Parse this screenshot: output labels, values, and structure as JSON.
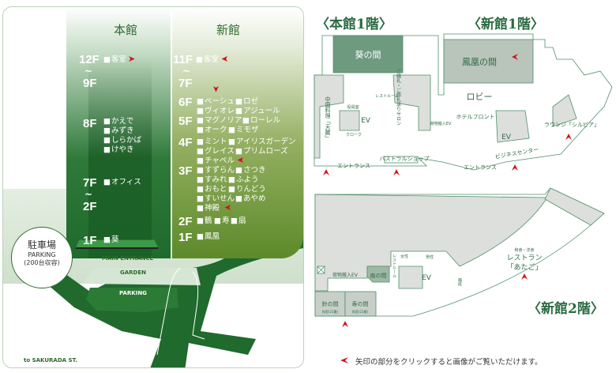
{
  "left": {
    "main_title": "本館",
    "new_title": "新館",
    "main_floors": [
      {
        "floor": "12F",
        "tilde": "~",
        "floor2": "9F",
        "rooms": [
          "客室"
        ]
      },
      {
        "floor": "8F",
        "rooms": [
          "かえで",
          "みずき",
          "しらかば",
          "けやき"
        ]
      },
      {
        "floor": "7F",
        "tilde": "~",
        "floor2": "2F",
        "rooms": [
          "オフィス"
        ]
      },
      {
        "floor": "1F",
        "rooms": [
          "葵"
        ]
      }
    ],
    "new_floors": [
      {
        "floor": "11F",
        "tilde": "~",
        "floor2": "7F",
        "rooms": [
          "客室"
        ]
      },
      {
        "floor": "6F",
        "rooms": [
          "ベーシュ",
          "ロゼ",
          "ヴィオレ",
          "アジュール"
        ]
      },
      {
        "floor": "5F",
        "rooms": [
          "マグノリア",
          "ローレル",
          "オーク",
          "ミモザ"
        ]
      },
      {
        "floor": "4F",
        "rooms": [
          "ミント",
          "アイリスガーデン",
          "グレイス",
          "プリムローズ",
          "チャペル"
        ]
      },
      {
        "floor": "3F",
        "rooms": [
          "すずらん",
          "さつき",
          "すみれ",
          "ふよう",
          "おもと",
          "りんどう",
          "すいせん",
          "あやめ",
          "神殿"
        ]
      },
      {
        "floor": "2F",
        "rooms": [
          "鶴",
          "寿",
          "扇"
        ]
      },
      {
        "floor": "1F",
        "rooms": [
          "鳳凰"
        ]
      }
    ],
    "parking_circle": {
      "title": "駐車場",
      "en": "PARKING",
      "capacity": "(200台収容)"
    },
    "main_entrance": "MAIN ENTRANCE",
    "garden": "GARDEN",
    "parking": "PARKING",
    "street": "to SAKURADA ST."
  },
  "plans": {
    "main_1f_title": "〈本館1階〉",
    "new_1f_title": "〈新館1階〉",
    "new_2f_title": "〈新館2階〉",
    "f1": {
      "aoi": "葵の間",
      "houou": "鳳凰の間",
      "lobby": "ロビー",
      "chinese": "中国料理「天麓」",
      "entrance1": "エントランス",
      "shop": "パストラルショップ",
      "entrance2": "エントランス",
      "business": "ビジネスセンター",
      "front": "ホテルフロント",
      "lounge": "ラウンジ「シルビア」",
      "ev": "EV",
      "restroom": "レストルーム",
      "salon": "ご婚礼・ご葬礼承りサロン",
      "cargo_ev": "荷物搬入EV",
      "cloak": "クローク",
      "office": "役員室"
    },
    "f2": {
      "cargo_ev": "荷物搬入EV",
      "ougi": "扇の間",
      "suzu": "鈴の間",
      "kotobuki": "寿の間",
      "tatami": "和室(21畳)",
      "female": "女性",
      "male": "男性",
      "restroom": "レストルーム",
      "ev": "EV",
      "stairs": "階段",
      "cuisine": "和食・洋食",
      "restaurant": "レストラン",
      "restaurant_name": "「あたご」"
    },
    "legend": "矢印の部分をクリックすると画像がご覧いただけます。"
  },
  "colors": {
    "arrow": "#d0121b",
    "dark_green": "#1f6a2c",
    "olive": "#5c8a2a",
    "plan_line": "#4f8f6a"
  }
}
